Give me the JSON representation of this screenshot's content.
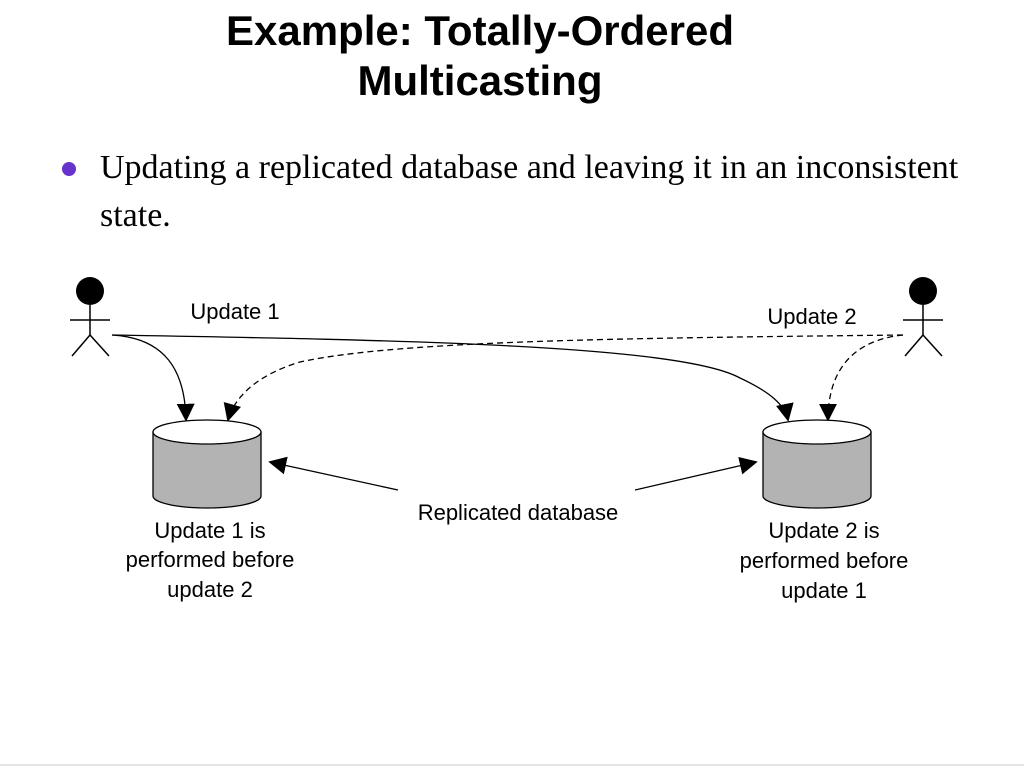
{
  "slide": {
    "title_lines": [
      "Example: Totally-Ordered",
      "Multicasting"
    ],
    "bullet": "Updating a replicated database and leaving it in an inconsistent state.",
    "bullet_color": "#6633cc"
  },
  "diagram": {
    "left_actor_label": "Update 1",
    "right_actor_label": "Update 2",
    "center_label": "Replicated database",
    "left_db_caption": [
      "Update 1 is",
      "performed before",
      "update 2"
    ],
    "right_db_caption": [
      "Update 2 is",
      "performed before",
      "update 1"
    ],
    "database_fill": "#b3b3b3",
    "arrow_style_update_1": "solid",
    "arrow_style_update_2": "dashed"
  }
}
